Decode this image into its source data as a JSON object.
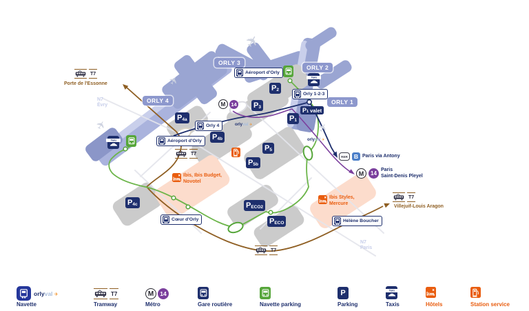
{
  "terminals": {
    "orly1": "ORLY 1",
    "orly2": "ORLY 2",
    "orly3": "ORLY 3",
    "orly4": "ORLY 4"
  },
  "stations": {
    "aeroport_top": "Aéroport d'Orly",
    "orly123": "Orly 1-2-3",
    "orly4": "Orly 4",
    "aeroport_mid": "Aéroport d'Orly",
    "coeur": "Cœur d'Orly",
    "helene": "Hélène Boucher"
  },
  "parkings": {
    "p1": {
      "pre": "P",
      "sub": "1"
    },
    "p1valet": {
      "pre": "P",
      "sub": "1",
      "tail": "valet"
    },
    "p2": {
      "pre": "P",
      "sub": "2"
    },
    "p3": {
      "pre": "P",
      "sub": "3"
    },
    "p4a": {
      "pre": "P",
      "sub": "4a"
    },
    "p4b": {
      "pre": "P",
      "sub": "4b"
    },
    "p4c": {
      "pre": "P",
      "sub": "4c"
    },
    "p5": {
      "pre": "P",
      "sub": "5"
    },
    "p5b": {
      "pre": "P",
      "sub": "5b"
    },
    "peco": {
      "pre": "P",
      "sub": "ECO"
    },
    "peco2": {
      "pre": "P",
      "sub": "ECO2"
    },
    "legend_p": "P"
  },
  "transit": {
    "tram_line": "T7",
    "metro_logo": "M",
    "metro_line": "14",
    "rer_logo": "RER",
    "rer_line": "B",
    "rer_dest": "Paris via Antony",
    "metro_dest_line1": "Paris",
    "metro_dest_line2": "Saint-Denis Pleyel",
    "tram_stop_porte": "Porte de l'Essonne",
    "tram_stop_villejuif": "Villejuif-Louis Aragon",
    "orlyval_part1": "orly",
    "orlyval_part2": "val",
    "orlyval_plane": "✈"
  },
  "roads": {
    "n7": "N7",
    "evry": "Évry",
    "paris": "Paris"
  },
  "hotels": {
    "novotel_line1": "Ibis, Ibis Budget,",
    "novotel_line2": "Novotel",
    "mercure_line1": "Ibis Styles,",
    "mercure_line2": "Mercure"
  },
  "icons": {
    "taxi_sign": "Taxis"
  },
  "legend": {
    "navette": "Navette",
    "tramway": "Tramway",
    "metro": "Métro",
    "gare_routiere": "Gare routière",
    "navette_parking": "Navette parking",
    "parking": "Parking",
    "taxis": "Taxis",
    "hotels": "Hôtels",
    "station_service": "Station service"
  },
  "colors": {
    "navy": "#1e2f6d",
    "periwinkle": "#9aa5d2",
    "green": "#56a63a",
    "purple": "#7b3f9d",
    "brown": "#8f5f23",
    "orange": "#e95d0f",
    "rer_blue": "#4b7fc9",
    "pink": "#fcdccc",
    "gray_parking": "#cbcbcb"
  }
}
